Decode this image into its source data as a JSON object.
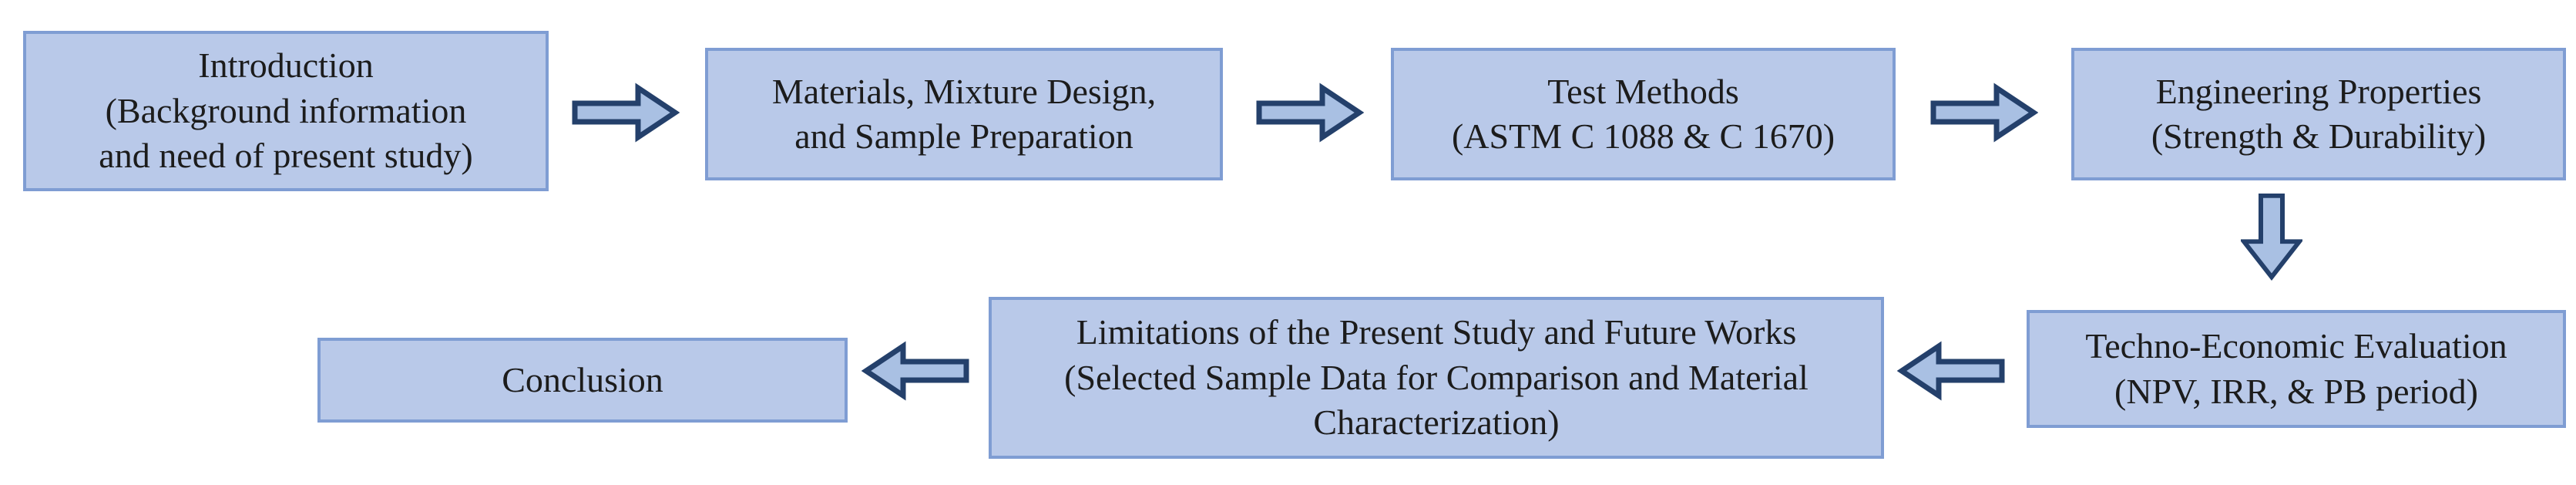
{
  "figure": {
    "type": "flowchart",
    "theme": {
      "background": "#ffffff",
      "box_fill": "#b9c9e9",
      "box_border": "#7f9dd3",
      "arrow_fill": "#a9c0e3",
      "arrow_outline": "#24406b",
      "text_color": "#1c1c1c"
    },
    "nodes": [
      {
        "id": "introduction",
        "label": "Introduction\n(Background information\nand need of present study)"
      },
      {
        "id": "materials",
        "label": "Materials, Mixture Design,\nand Sample Preparation"
      },
      {
        "id": "test-methods",
        "label": "Test Methods\n(ASTM C 1088 & C 1670)"
      },
      {
        "id": "engineering-properties",
        "label": "Engineering Properties\n(Strength & Durability)"
      },
      {
        "id": "techno-economic",
        "label": "Techno-Economic Evaluation\n(NPV, IRR, & PB period)"
      },
      {
        "id": "limitations",
        "label": "Limitations of the Present Study and Future Works\n(Selected Sample Data for Comparison and Material\nCharacterization)"
      },
      {
        "id": "conclusion",
        "label": "Conclusion"
      }
    ],
    "edges": [
      {
        "from": "introduction",
        "to": "materials",
        "direction": "right"
      },
      {
        "from": "materials",
        "to": "test-methods",
        "direction": "right"
      },
      {
        "from": "test-methods",
        "to": "engineering-properties",
        "direction": "right"
      },
      {
        "from": "engineering-properties",
        "to": "techno-economic",
        "direction": "down"
      },
      {
        "from": "techno-economic",
        "to": "limitations",
        "direction": "left"
      },
      {
        "from": "limitations",
        "to": "conclusion",
        "direction": "left"
      }
    ]
  }
}
